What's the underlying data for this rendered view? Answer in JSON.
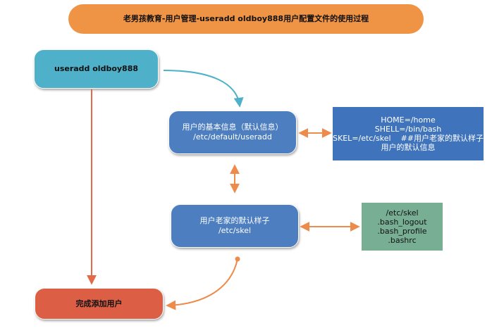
{
  "title": "老男孩教育-用户管理-useradd oldboy888用户配置文件的使用过程",
  "nodes": {
    "useradd": "useradd oldboy888",
    "basic_info": {
      "line1": "用户的基本信息（默认信息）",
      "line2": "/etc/default/useradd"
    },
    "defaults_box": {
      "line1": "HOME=/home",
      "line2": "SHELL=/bin/bash",
      "line3": "SKEL=/etc/skel    ##用户老家的默认样子",
      "line4": "用户的默认信息"
    },
    "skel": {
      "line1": "用户老家的默认样子",
      "line2": "/etc/skel"
    },
    "skel_files": {
      "line1": "/etc/skel",
      "line2": ".bash_logout",
      "line3": ".bash_profile",
      "line4": ".bashrc"
    },
    "done": "完成添加用户"
  },
  "colors": {
    "arrow_orange": "#ee8a4a",
    "arrow_red": "#e26a4b",
    "arrow_blue": "#4fb0c9"
  }
}
